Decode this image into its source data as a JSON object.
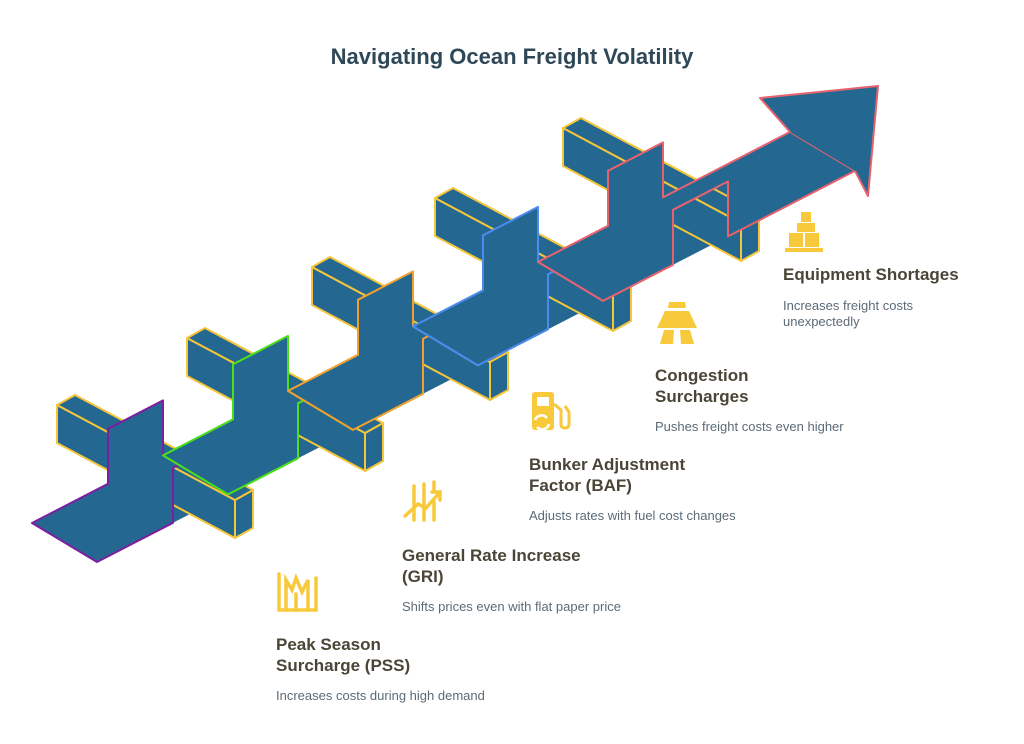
{
  "title": "Navigating Ocean Freight Volatility",
  "colors": {
    "band": "#246891",
    "bar_stroke": "#F5C53A",
    "icon": "#F8C93A",
    "segment_outlines": [
      "#7B1FA2",
      "#4CE01A",
      "#F0A030",
      "#4A8BF0",
      "#E8626E"
    ]
  },
  "items": [
    {
      "heading_1": "Peak Season",
      "heading_2": "Surcharge (PSS)",
      "description": "Increases costs during high demand",
      "icon": "chart-bars-icon"
    },
    {
      "heading_1": "General Rate Increase",
      "heading_2": "(GRI)",
      "description": "Shifts prices even with flat paper price",
      "icon": "trend-up-icon"
    },
    {
      "heading_1": "Bunker Adjustment",
      "heading_2": "Factor (BAF)",
      "description": "Adjusts rates with fuel cost changes",
      "icon": "fuel-pump-icon"
    },
    {
      "heading_1": "Congestion",
      "heading_2": "Surcharges",
      "description": "Pushes freight costs even higher",
      "icon": "highway-icon"
    },
    {
      "heading_1": "Equipment Shortages",
      "heading_2": "",
      "description_1": "Increases freight costs",
      "description_2": "unexpectedly",
      "icon": "stacked-boxes-icon"
    }
  ]
}
